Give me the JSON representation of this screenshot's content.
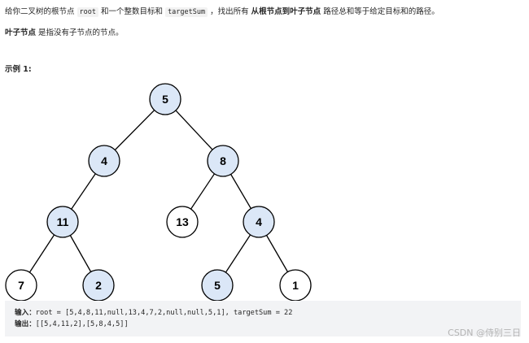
{
  "intro": {
    "t1": "给你二叉树的根节点 ",
    "code_root": "root",
    "t2": " 和一个整数目标和 ",
    "code_target": "targetSum",
    "t3": " ，找出所有 ",
    "bold_phrase": "从根节点到叶子节点",
    "t4": " 路径总和等于给定目标和的路径。"
  },
  "leaf_def": {
    "bold": "叶子节点",
    "rest": " 是指没有子节点的节点。"
  },
  "example_title": "示例 1:",
  "tree": {
    "nodes": [
      {
        "id": "n5a",
        "value": "5",
        "highlighted": true
      },
      {
        "id": "n4a",
        "value": "4",
        "highlighted": true
      },
      {
        "id": "n8",
        "value": "8",
        "highlighted": true
      },
      {
        "id": "n11",
        "value": "11",
        "highlighted": true
      },
      {
        "id": "n13",
        "value": "13",
        "highlighted": false
      },
      {
        "id": "n4b",
        "value": "4",
        "highlighted": true
      },
      {
        "id": "n7",
        "value": "7",
        "highlighted": false
      },
      {
        "id": "n2",
        "value": "2",
        "highlighted": true
      },
      {
        "id": "n5b",
        "value": "5",
        "highlighted": true
      },
      {
        "id": "n1",
        "value": "1",
        "highlighted": false
      }
    ],
    "edges": [
      [
        "n5a",
        "n4a"
      ],
      [
        "n5a",
        "n8"
      ],
      [
        "n4a",
        "n11"
      ],
      [
        "n8",
        "n13"
      ],
      [
        "n8",
        "n4b"
      ],
      [
        "n11",
        "n7"
      ],
      [
        "n11",
        "n2"
      ],
      [
        "n4b",
        "n5b"
      ],
      [
        "n4b",
        "n1"
      ]
    ],
    "colors": {
      "highlight_fill": "#dbe7f7",
      "plain_fill": "#ffffff",
      "stroke": "#000000"
    }
  },
  "code": {
    "input_label": "输入：",
    "input_value": "root = [5,4,8,11,null,13,4,7,2,null,null,5,1], targetSum = 22",
    "output_label": "输出：",
    "output_value": "[[5,4,11,2],[5,8,4,5]]"
  },
  "watermark": "CSDN @侍别三日"
}
